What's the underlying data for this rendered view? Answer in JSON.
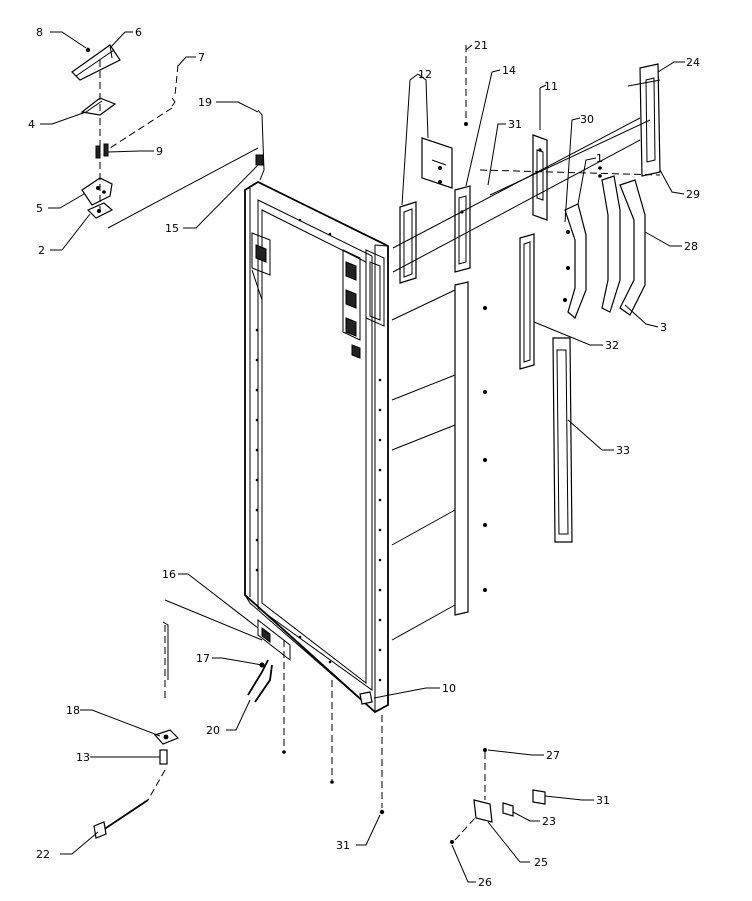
{
  "callouts": [
    {
      "id": "c8",
      "text": "8"
    },
    {
      "id": "c6",
      "text": "6"
    },
    {
      "id": "c7",
      "text": "7"
    },
    {
      "id": "c4",
      "text": "4"
    },
    {
      "id": "c9",
      "text": "9"
    },
    {
      "id": "c5",
      "text": "5"
    },
    {
      "id": "c2",
      "text": "2"
    },
    {
      "id": "c19",
      "text": "19"
    },
    {
      "id": "c15",
      "text": "15"
    },
    {
      "id": "c12",
      "text": "12"
    },
    {
      "id": "c21",
      "text": "21"
    },
    {
      "id": "c14",
      "text": "14"
    },
    {
      "id": "c31a",
      "text": "31"
    },
    {
      "id": "c11",
      "text": "11"
    },
    {
      "id": "c30",
      "text": "30"
    },
    {
      "id": "c1",
      "text": "1"
    },
    {
      "id": "c24",
      "text": "24"
    },
    {
      "id": "c29",
      "text": "29"
    },
    {
      "id": "c28",
      "text": "28"
    },
    {
      "id": "c3",
      "text": "3"
    },
    {
      "id": "c32",
      "text": "32"
    },
    {
      "id": "c33",
      "text": "33"
    },
    {
      "id": "c16",
      "text": "16"
    },
    {
      "id": "c17",
      "text": "17"
    },
    {
      "id": "c10",
      "text": "10"
    },
    {
      "id": "c18",
      "text": "18"
    },
    {
      "id": "c20",
      "text": "20"
    },
    {
      "id": "c13",
      "text": "13"
    },
    {
      "id": "c27",
      "text": "27"
    },
    {
      "id": "c31b",
      "text": "31"
    },
    {
      "id": "c23",
      "text": "23"
    },
    {
      "id": "c22",
      "text": "22"
    },
    {
      "id": "c25",
      "text": "25"
    },
    {
      "id": "c31c",
      "text": "31"
    },
    {
      "id": "c26",
      "text": "26"
    }
  ]
}
